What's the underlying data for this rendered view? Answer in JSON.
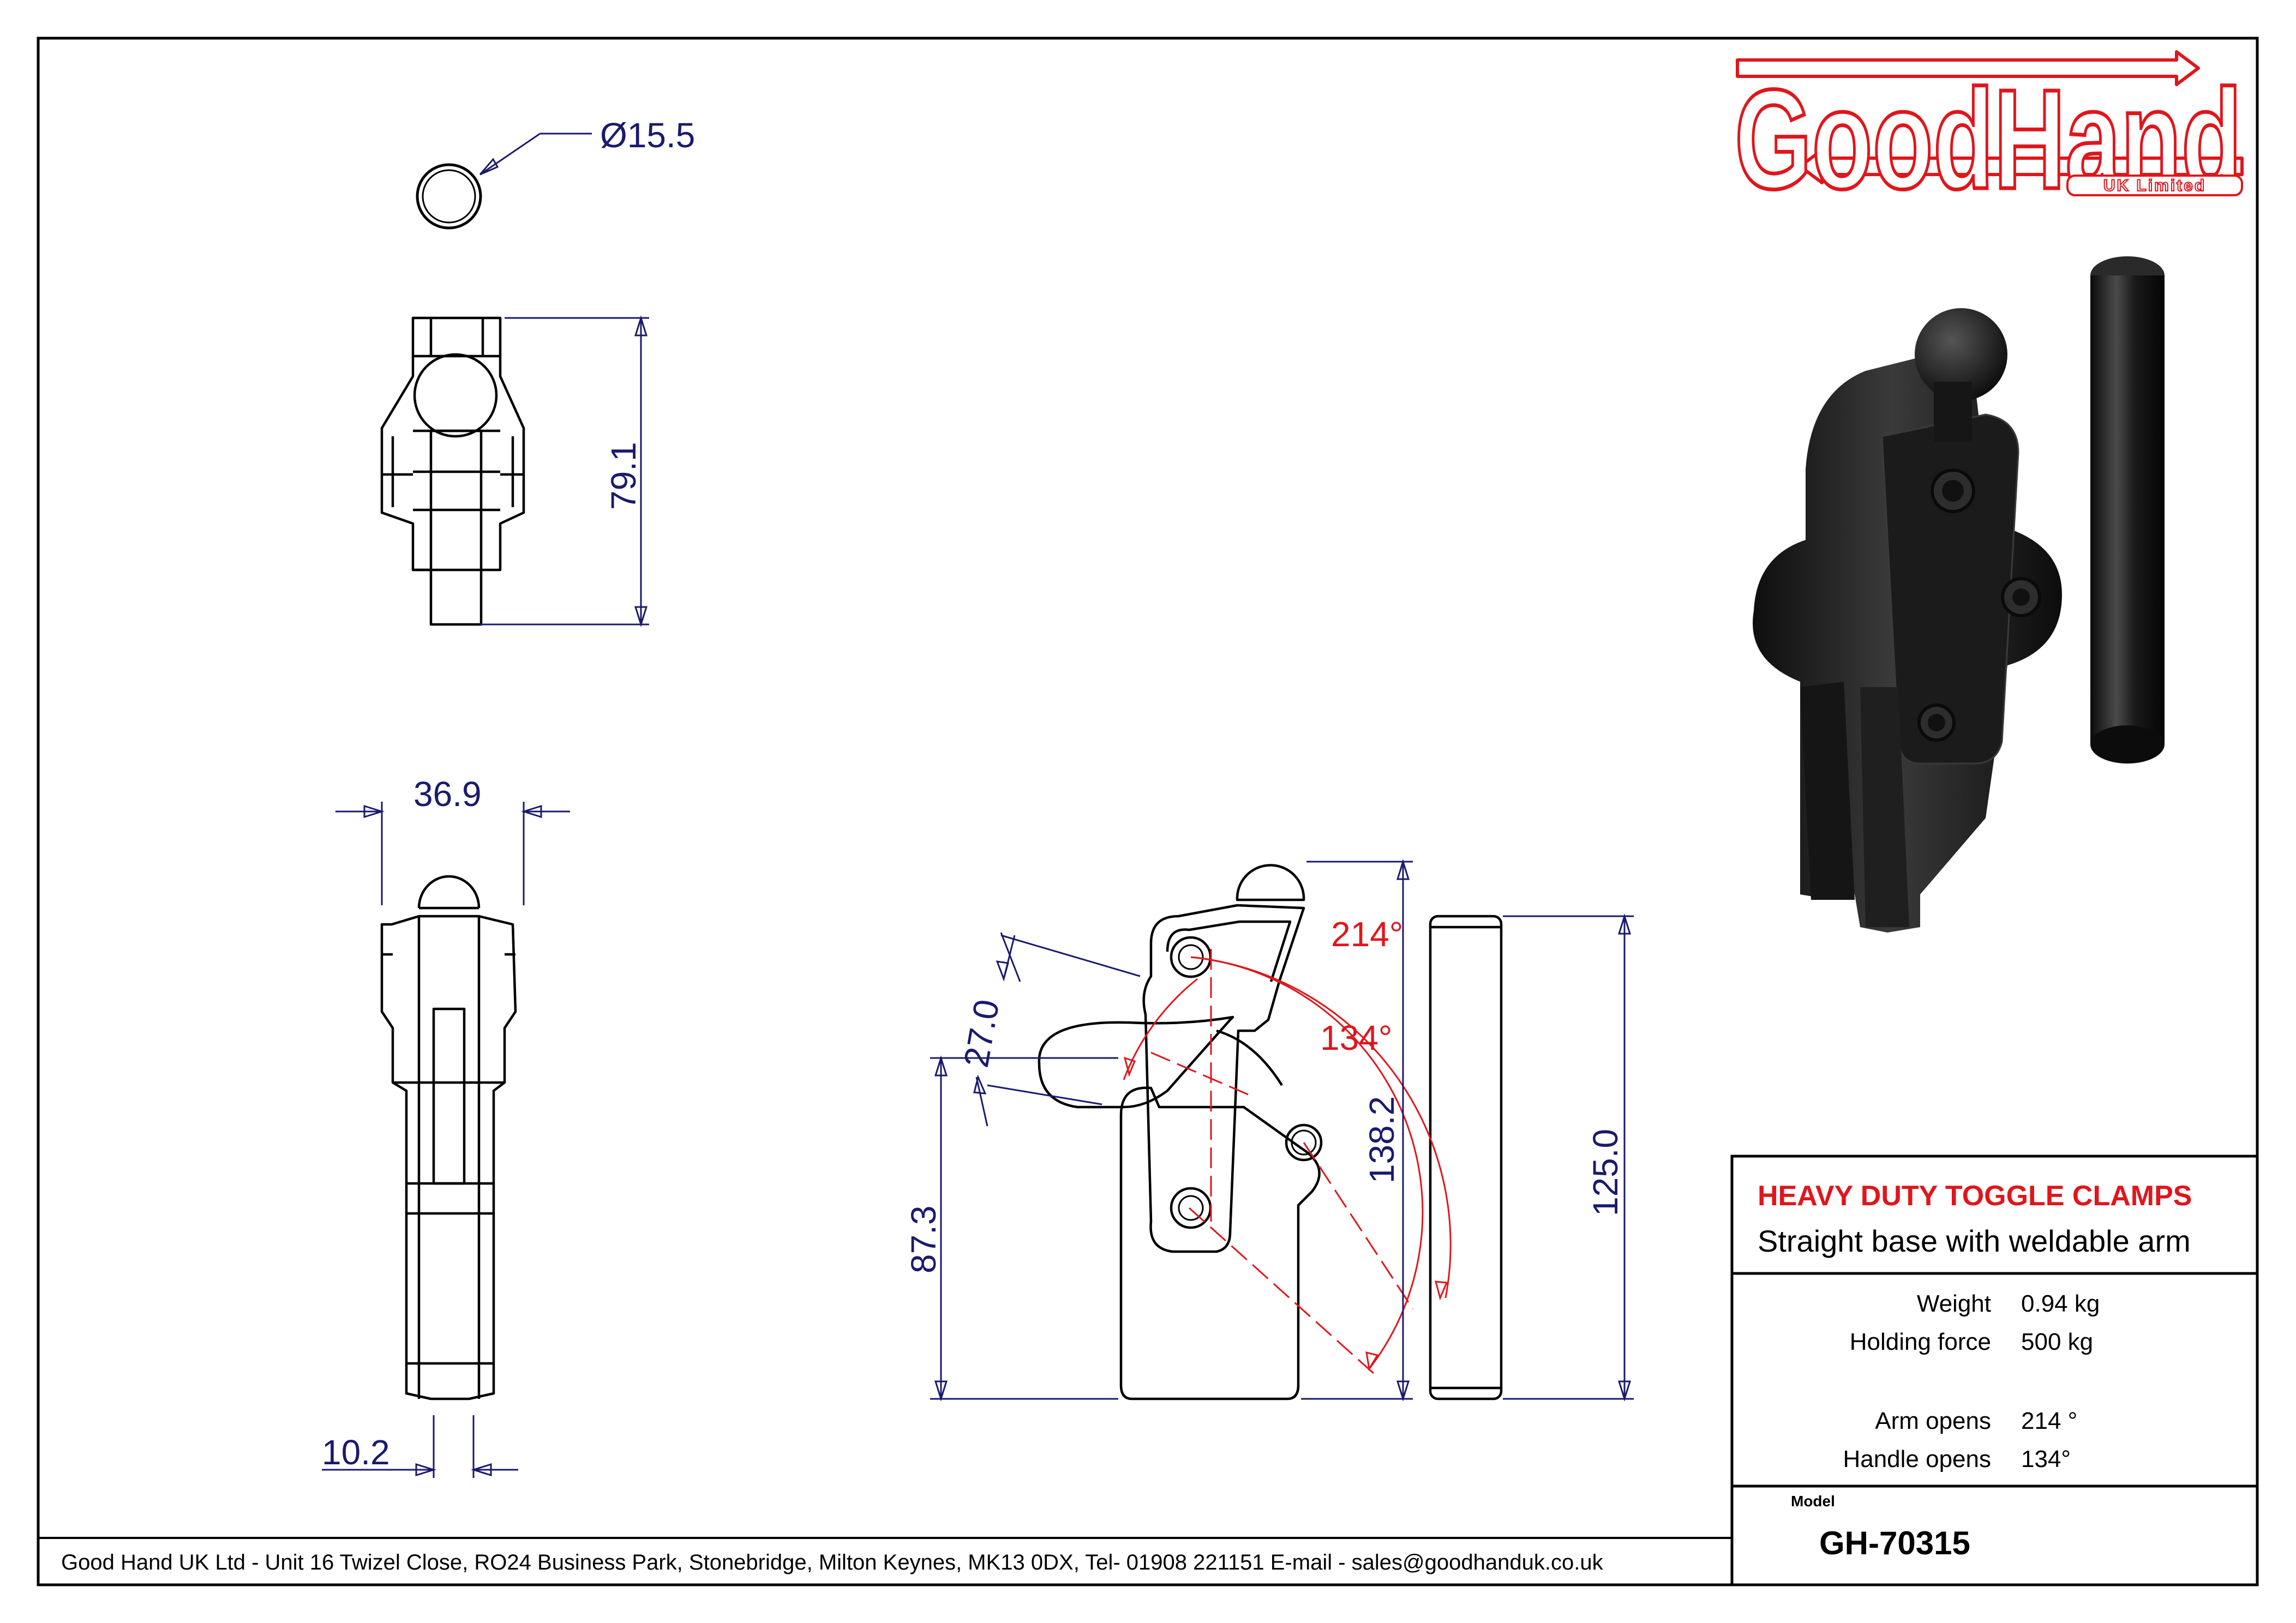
{
  "dimensions": {
    "pin_diameter": "Ø15.5",
    "top_height": "79.1",
    "front_width": "36.9",
    "front_bottom": "10.2",
    "arm_offset": "27.0",
    "pivot_height": "87.3",
    "total_height": "138.2",
    "pin_length": "125.0"
  },
  "angles": {
    "arm_opens": "214°",
    "handle_opens": "134°"
  },
  "logo": {
    "name": "GoodHand",
    "sub": "UK Limited"
  },
  "title_block": {
    "title": "HEAVY DUTY TOGGLE CLAMPS",
    "subtitle": "Straight base with weldable arm",
    "specs": [
      {
        "label": "Weight",
        "value": "0.94 kg"
      },
      {
        "label": "Holding force",
        "value": "500 kg"
      },
      {
        "label": "Arm opens",
        "value": "214 °"
      },
      {
        "label": "Handle opens",
        "value": "134°"
      }
    ],
    "model_label": "Model",
    "model": "GH-70315"
  },
  "footer": "Good Hand UK Ltd  - Unit 16 Twizel Close, RO24 Business Park, Stonebridge, Milton Keynes, MK13 0DX,  Tel- 01908 221151  E-mail - sales@goodhanduk.co.uk",
  "colors": {
    "dimension": "#1a1a6e",
    "angle": "#e0161c",
    "logo": "#e0161c",
    "render": "#1c1c1c"
  }
}
